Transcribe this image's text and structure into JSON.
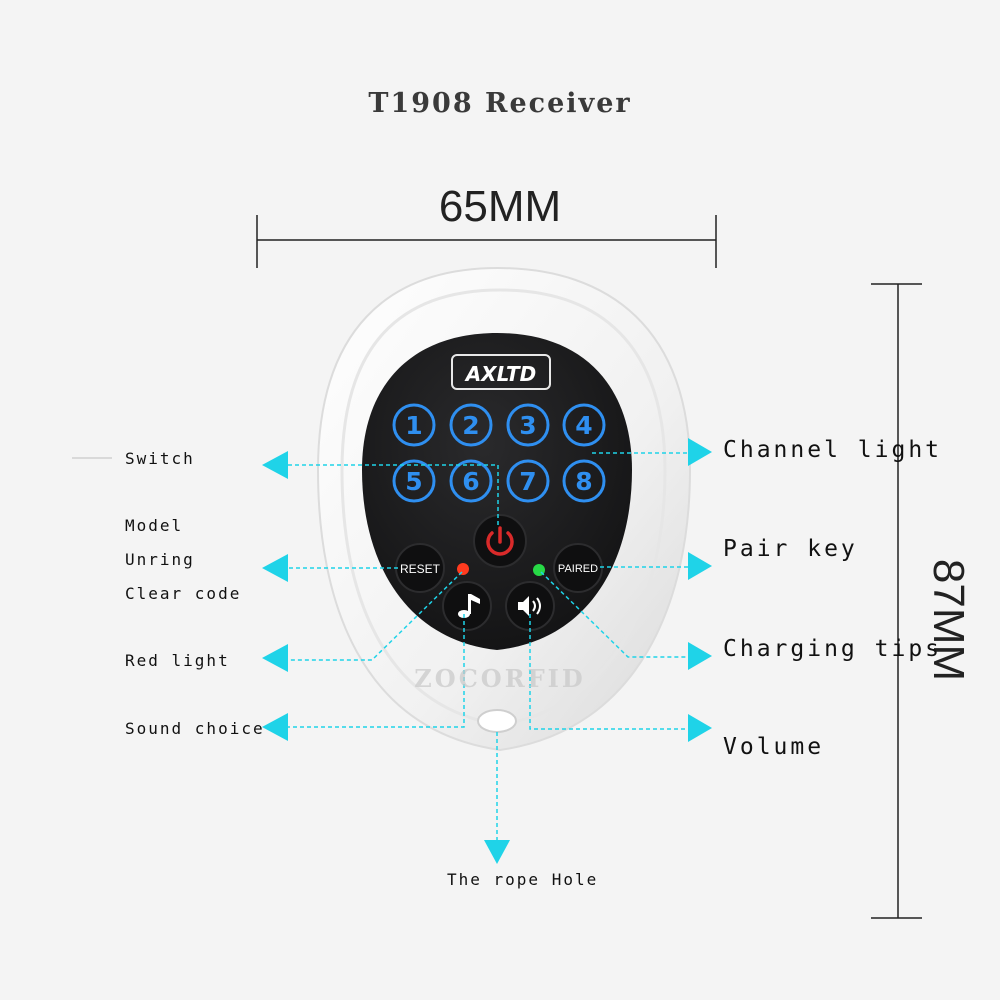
{
  "title": "T1908 Receiver",
  "dimensions": {
    "width": "65MM",
    "height": "87MM"
  },
  "device": {
    "brand": "AXLTD",
    "channels": [
      "1",
      "2",
      "3",
      "4",
      "5",
      "6",
      "7",
      "8"
    ],
    "reset_label": "RESET",
    "paired_label": "PAIRED",
    "watermark": "ZOCORFID"
  },
  "labels": {
    "switch": "Switch",
    "model": "Model",
    "unring": "Unring",
    "clear_code": "Clear code",
    "red_light": "Red light",
    "sound_choice": "Sound choice",
    "rope_hole": "The rope Hole",
    "channel_light": "Channel light",
    "pair_key": "Pair key",
    "charging_tips": "Charging tips",
    "volume": "Volume"
  },
  "colors": {
    "arrow": "#1fd3e8",
    "button_blue": "#2f8ff0",
    "power_red": "#d92a2a",
    "led_red": "#ff3b1f",
    "led_green": "#27d946",
    "face": "#1c1c1e"
  }
}
